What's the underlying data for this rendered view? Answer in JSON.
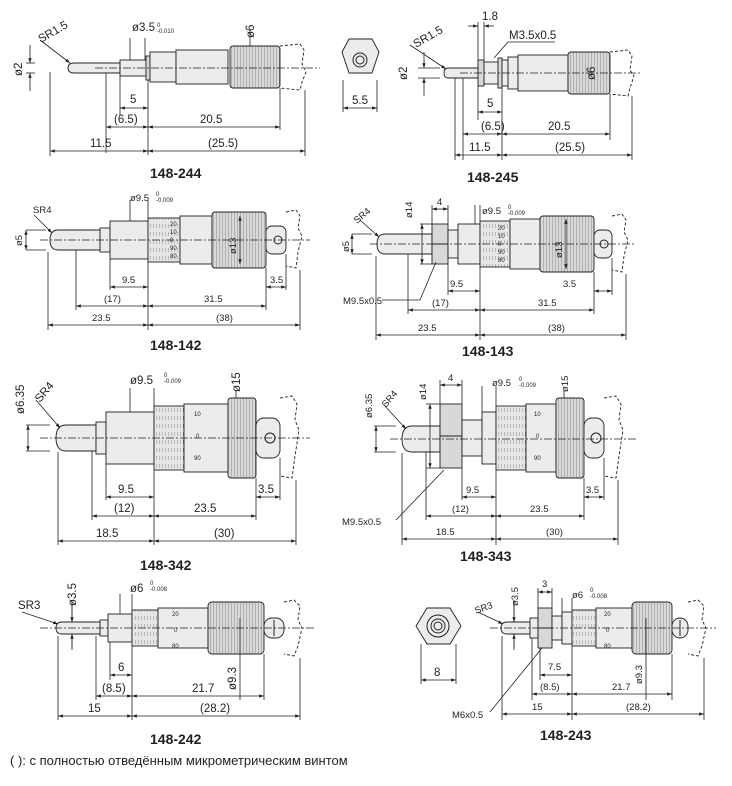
{
  "footnote": "( ): с полностью отведённым микрометрическим винтом",
  "m244": {
    "model": "148-244",
    "sr": "SR1.5",
    "d_spindle": "ø2",
    "d_sleeve": "ø3.5",
    "tol_upper": "0",
    "tol_lower": "-0.010",
    "d_thimble": "ø6",
    "dim_a": "5",
    "dim_b": "(6.5)",
    "dim_c": "20.5",
    "dim_d": "11.5",
    "dim_e": "(25.5)"
  },
  "m245": {
    "model": "148-245",
    "sr": "SR1.5",
    "d_spindle": "ø2",
    "thread": "M3.5x0.5",
    "width": "1.8",
    "d_thimble": "ø6",
    "nut_width": "5.5",
    "dim_a": "5",
    "dim_b": "(6.5)",
    "dim_c": "20.5",
    "dim_d": "11.5",
    "dim_e": "(25.5)"
  },
  "m142": {
    "model": "148-142",
    "sr": "SR4",
    "d_spindle": "ø5",
    "d_sleeve": "ø9.5",
    "tol_upper": "0",
    "tol_lower": "-0.009",
    "d_thimble": "ø13",
    "scale": [
      "20",
      "10",
      "0",
      "90",
      "80"
    ],
    "dim_a": "9.5",
    "dim_b": "3.5",
    "dim_c": "(17)",
    "dim_d": "31.5",
    "dim_e": "23.5",
    "dim_f": "(38)"
  },
  "m143": {
    "model": "148-143",
    "sr": "SR4",
    "d_spindle": "ø5",
    "d_nut": "ø14",
    "nut_w": "4",
    "d_sleeve": "ø9.5",
    "tol_upper": "0",
    "tol_lower": "-0.009",
    "d_thimble": "ø13",
    "thread": "M9.5x0.5",
    "scale": [
      "20",
      "10",
      "0",
      "90",
      "80"
    ],
    "dim_a": "9.5",
    "dim_b": "3.5",
    "dim_c": "(17)",
    "dim_d": "31.5",
    "dim_e": "23.5",
    "dim_f": "(38)"
  },
  "m342": {
    "model": "148-342",
    "sr": "SR4",
    "d_spindle": "ø6.35",
    "d_sleeve": "ø9.5",
    "tol_upper": "0",
    "tol_lower": "-0.009",
    "d_thimble": "ø15",
    "scale": [
      "10",
      "0",
      "90"
    ],
    "dim_a": "9.5",
    "dim_b": "3.5",
    "dim_c": "(12)",
    "dim_d": "23.5",
    "dim_e": "18.5",
    "dim_f": "(30)"
  },
  "m343": {
    "model": "148-343",
    "sr": "SR4",
    "d_spindle": "ø6.35",
    "d_nut": "ø14",
    "nut_w": "4",
    "d_sleeve": "ø9.5",
    "tol_upper": "0",
    "tol_lower": "-0.009",
    "d_thimble": "ø15",
    "thread": "M9.5x0.5",
    "scale": [
      "10",
      "0",
      "90"
    ],
    "dim_a": "9.5",
    "dim_b": "3.5",
    "dim_c": "(12)",
    "dim_d": "23.5",
    "dim_e": "18.5",
    "dim_f": "(30)"
  },
  "m242": {
    "model": "148-242",
    "sr": "SR3",
    "d_spindle": "ø3.5",
    "d_sleeve": "ø6",
    "tol_upper": "0",
    "tol_lower": "-0.008",
    "d_thimble": "ø9.3",
    "scale": [
      "20",
      "0",
      "80"
    ],
    "dim_a": "6",
    "dim_b": "(8.5)",
    "dim_c": "21.7",
    "dim_d": "15",
    "dim_e": "(28.2)"
  },
  "m243": {
    "model": "148-243",
    "sr": "SR3",
    "d_spindle": "ø3.5",
    "nut_w": "3",
    "d_sleeve": "ø6",
    "tol_upper": "0",
    "tol_lower": "-0.008",
    "d_thimble": "ø9.3",
    "thread": "M6x0.5",
    "nut_width": "8",
    "scale": [
      "20",
      "0",
      "80"
    ],
    "dim_a": "7.5",
    "dim_b": "(8.5)",
    "dim_c": "21.7",
    "dim_d": "15",
    "dim_e": "(28.2)"
  }
}
